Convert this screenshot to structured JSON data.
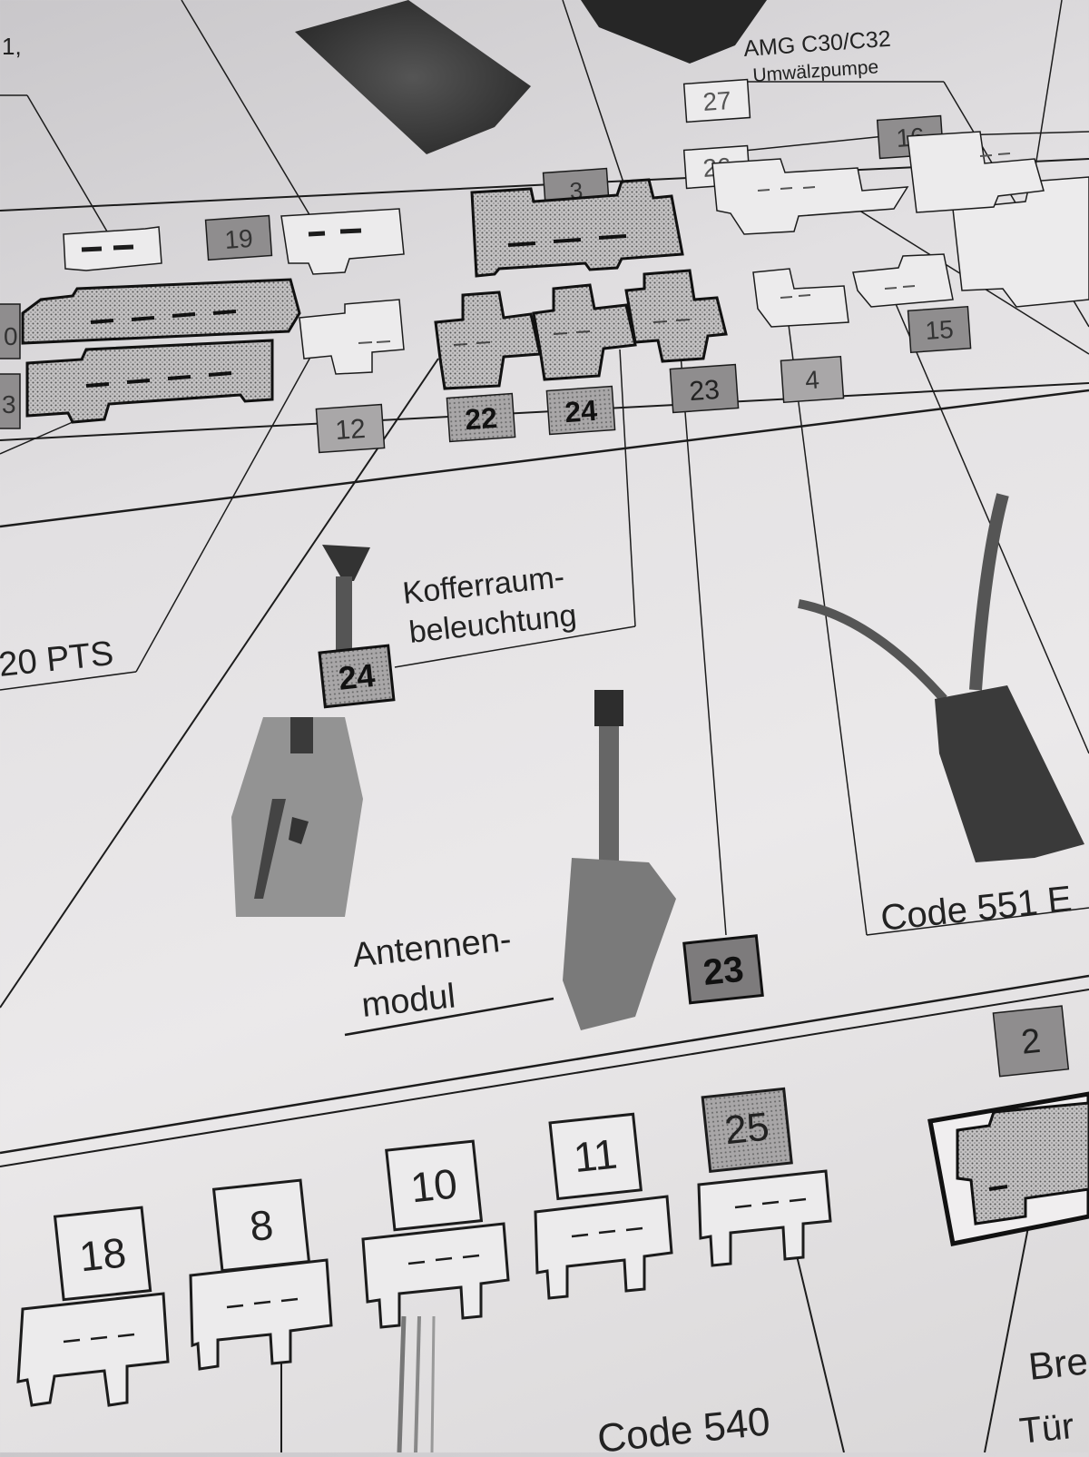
{
  "labels": {
    "amg": "AMG C30/C32",
    "pump": "Umwälzpumpe",
    "trunk_1": "Kofferraum-",
    "trunk_2": "beleuchtung",
    "antenna_1": "Antennen-",
    "antenna_2": "modul",
    "pts": "20 PTS",
    "code551": "Code 551 E",
    "code540": "Code 540",
    "top_left_frag": "1,",
    "bre": "Bre",
    "tur": "Tür"
  },
  "tags": {
    "t27": "27",
    "t16": "16",
    "t26": "26",
    "t3": "3",
    "t19": "19",
    "t12": "12",
    "t22": "22",
    "t24": "24",
    "t23": "23",
    "t4": "4",
    "t15": "15",
    "t24b": "24",
    "t23b": "23",
    "t2": "2",
    "t18": "18",
    "t8": "8",
    "t10": "10",
    "t11": "11",
    "t25": "25",
    "left_0": "0",
    "left_3": "3"
  },
  "colors": {
    "paper": "#e6e4e5",
    "ink": "#1c1c1c",
    "tag_fill": "#8f8d8e",
    "tag_fill_light": "#a9a7a8",
    "connector_fill": "#b3b1b2"
  }
}
